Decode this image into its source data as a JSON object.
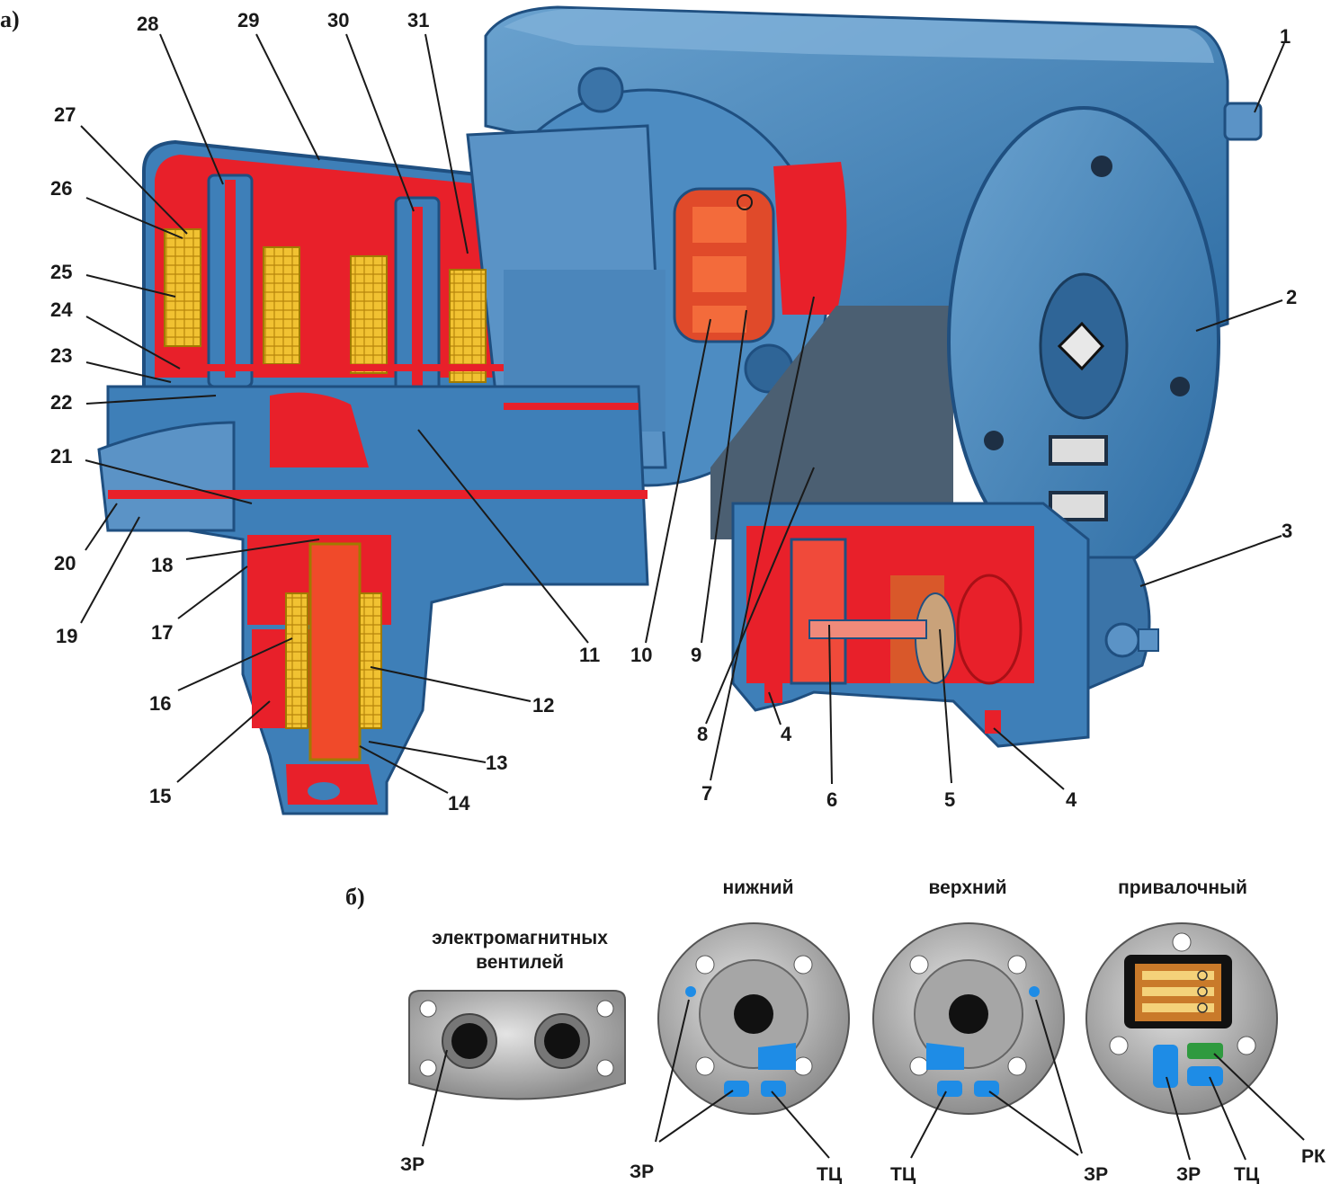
{
  "colors": {
    "body_blue": "#3e7fb8",
    "body_blue_light": "#6aa2cf",
    "body_blue_dark": "#24578a",
    "cavity_red": "#e8202a",
    "coil_yellow": "#f1c232",
    "panel_steel": "#b9b9b9",
    "port_blue": "#1e8ce6",
    "port_green": "#2f9a3f"
  },
  "icons": [
    "valve-body-illustration",
    "flange-port-illustration"
  ],
  "section_a": {
    "label": "а)"
  },
  "section_b": {
    "label": "б)"
  },
  "callouts": [
    "1",
    "2",
    "3",
    "4",
    "4",
    "5",
    "6",
    "7",
    "8",
    "9",
    "10",
    "11",
    "12",
    "13",
    "14",
    "15",
    "16",
    "17",
    "18",
    "19",
    "20",
    "21",
    "22",
    "23",
    "24",
    "25",
    "26",
    "27",
    "28",
    "29",
    "30",
    "31"
  ],
  "flanges": {
    "solenoid": {
      "title_line1": "электромагнитных",
      "title_line2": "вентилей",
      "port_label": "ЗР"
    },
    "lower": {
      "title": "нижний",
      "label_left": "ЗР",
      "label_right": "ТЦ"
    },
    "upper": {
      "title": "верхний",
      "label_left": "ТЦ",
      "label_right": "ЗР"
    },
    "attachment": {
      "title": "привалочный",
      "label_zr": "ЗР",
      "label_tc": "ТЦ",
      "label_rk": "РК"
    }
  }
}
